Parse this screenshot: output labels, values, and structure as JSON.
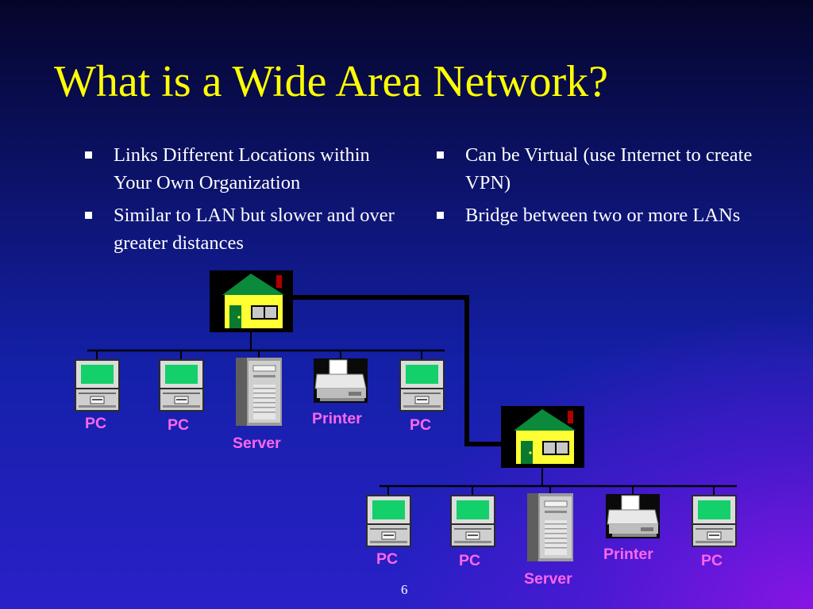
{
  "slide": {
    "title": "What is a Wide Area Network?",
    "bullets_left": [
      "Links Different Locations within Your Own Organization",
      "Similar to LAN but slower and over greater distances"
    ],
    "bullets_right": [
      "Can be Virtual (use Internet to create VPN)",
      "Bridge between two or more LANs"
    ],
    "slide_number": "6"
  },
  "diagram": {
    "lan_1": {
      "building_icon": "house-icon",
      "devices": [
        {
          "icon": "pc-icon",
          "label": "PC"
        },
        {
          "icon": "pc-icon",
          "label": "PC"
        },
        {
          "icon": "server-icon",
          "label": "Server"
        },
        {
          "icon": "printer-icon",
          "label": "Printer"
        },
        {
          "icon": "pc-icon",
          "label": "PC"
        }
      ]
    },
    "lan_2": {
      "building_icon": "house-icon",
      "devices": [
        {
          "icon": "pc-icon",
          "label": "PC"
        },
        {
          "icon": "pc-icon",
          "label": "PC"
        },
        {
          "icon": "server-icon",
          "label": "Server"
        },
        {
          "icon": "printer-icon",
          "label": "Printer"
        },
        {
          "icon": "pc-icon",
          "label": "PC"
        }
      ]
    }
  },
  "colors": {
    "title": "#ffff00",
    "body_text": "#ffffff",
    "device_label": "#ff66ee",
    "wan_link": "#000000",
    "house_roof": "#0a8a3a",
    "house_wall": "#ffff33",
    "screen": "#13d06a"
  }
}
